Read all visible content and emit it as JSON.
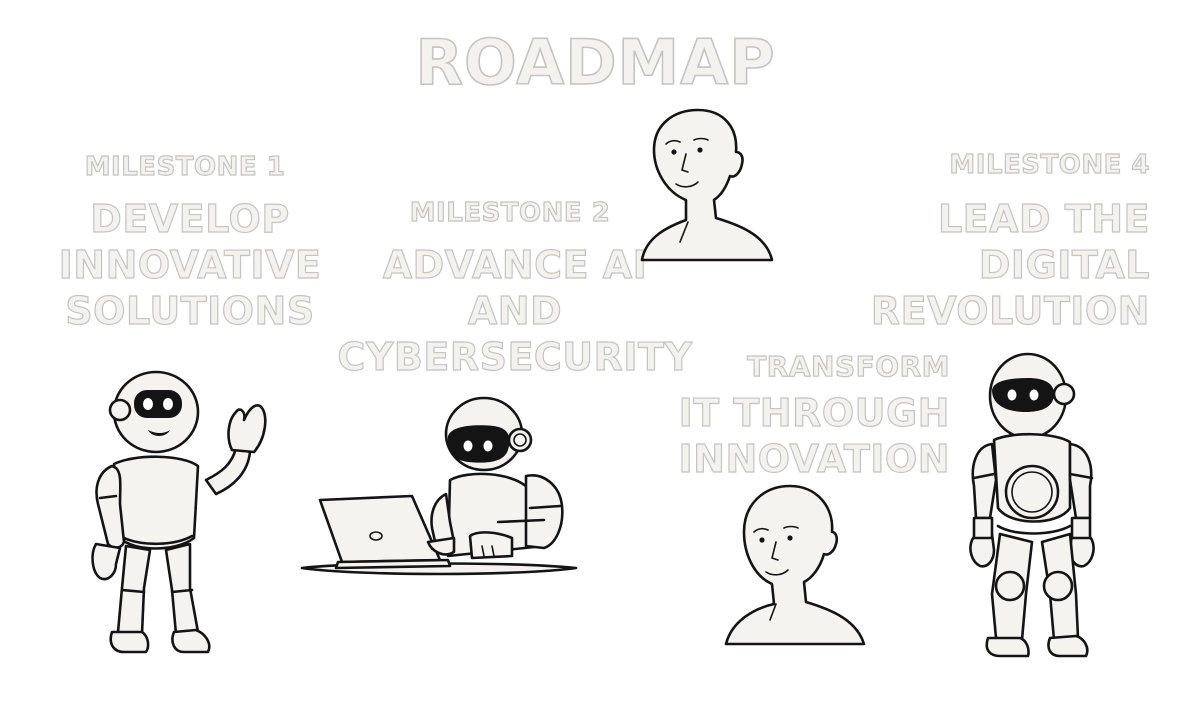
{
  "title": "ROADMAP",
  "milestones": [
    {
      "label": "MILESTONE 1",
      "heading_lines": [
        "DEVELOP",
        "INNOVATIVE",
        "SOLUTIONS"
      ]
    },
    {
      "label": "MILESTONE 2",
      "heading_lines": [
        "ADVANCE AI",
        "AND",
        "CYBERSECURITY"
      ]
    },
    {
      "label": "",
      "heading_lines": [
        "TRANSFORM",
        "IT THROUGH",
        "INNOVATION"
      ]
    },
    {
      "label": "MILESTONE 4",
      "heading_lines": [
        "LEAD THE",
        "DIGITAL",
        "REVOLUTION"
      ]
    }
  ],
  "colors": {
    "background": "#ffffff",
    "text_fill": "#f3f2ee",
    "text_outline": "#c4c4c0",
    "ink": "#141414",
    "figure_fill": "#f4f3ef"
  },
  "illustrations": [
    "waving-robot-icon",
    "robot-at-laptop-icon",
    "human-head-bust-icon",
    "human-head-bust-icon",
    "standing-robot-icon"
  ]
}
